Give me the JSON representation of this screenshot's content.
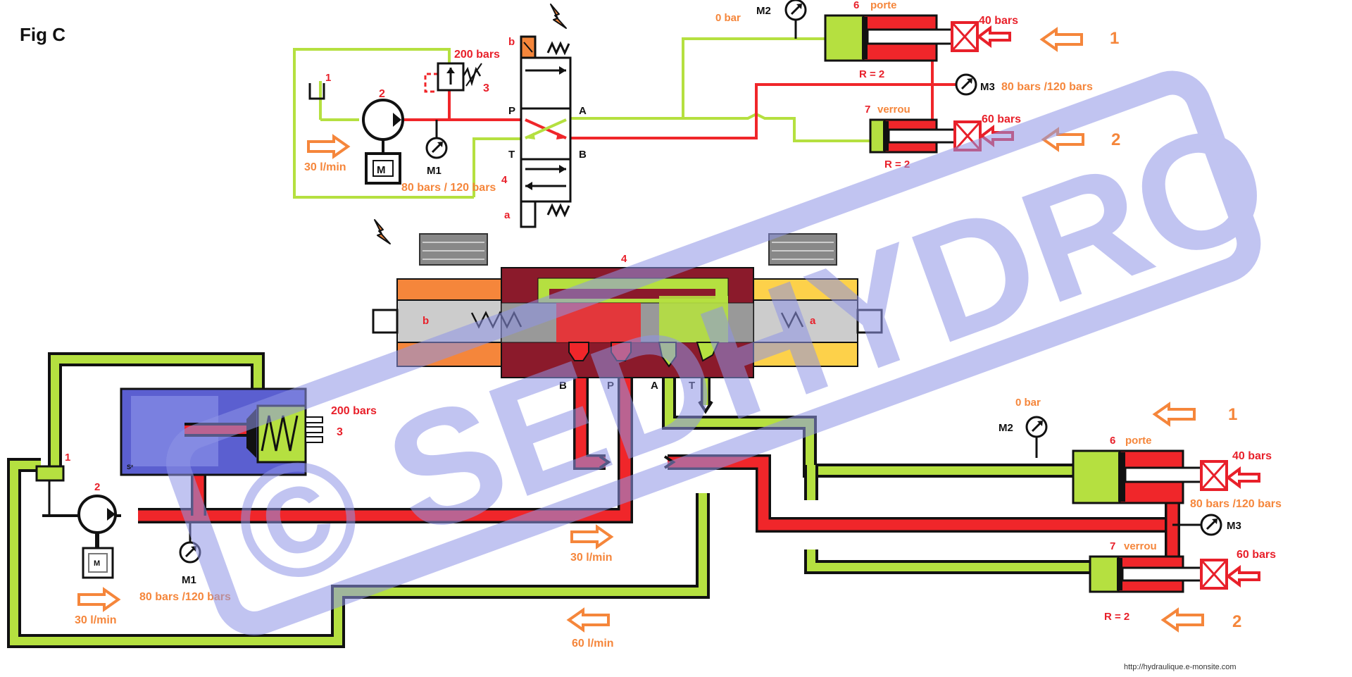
{
  "title": "Fig C",
  "watermark": "© SEDHYDRO",
  "footer_url": "http://hydraulique.e-monsite.com",
  "colors": {
    "pressure_line": "#f0262a",
    "return_line": "#b5e040",
    "dark_outline": "#111111",
    "label_red": "#e8202a",
    "label_orange": "#f5863b",
    "valve_dark_red": "#8b1a2b",
    "reservoir_blue": "#5b5fd0",
    "watermark_blue": "#8f95e6"
  },
  "icons": [
    "lightning-icon",
    "pump-icon",
    "motor-icon",
    "gauge-icon",
    "arrow-left-icon",
    "arrow-right-icon",
    "spring-icon",
    "solenoid-icon",
    "reservoir-icon",
    "cylinder-icon",
    "load-icon"
  ],
  "top_schematic": {
    "reservoir_num": "1",
    "pump_num": "2",
    "motor": "M",
    "flow": "30 l/min",
    "m1": "M1",
    "m1_value": "80 bars / 120 bars",
    "relief_pressure": "200 bars",
    "relief_num": "3",
    "valve_num": "4",
    "port_p": "P",
    "port_t": "T",
    "port_a": "A",
    "port_b": "B",
    "sol_b": "b",
    "sol_a": "a",
    "m2": "M2",
    "m2_value": "0 bar",
    "cyl6_num": "6",
    "cyl6_name": "porte",
    "load1": "40 bars",
    "ratio1": "R = 2",
    "m3": "M3",
    "m3_value": "80 bars /120 bars",
    "cyl7_num": "7",
    "cyl7_name": "verrou",
    "load2": "60 bars",
    "ratio2": "R = 2",
    "force1_num": "1",
    "force2_num": "2"
  },
  "bottom_schematic": {
    "valve_num": "4",
    "sol_b": "b",
    "sol_a": "a",
    "port_b": "B",
    "port_p": "P",
    "port_a": "A",
    "port_t": "T",
    "relief_pressure": "200 bars",
    "relief_num": "3",
    "reservoir_num": "1",
    "pump_num": "2",
    "motor": "M",
    "m1": "M1",
    "m1_value": "80 bars /120 bars",
    "flow_pump": "30 l/min",
    "flow_mid": "30 l/min",
    "flow_return": "60 l/min",
    "m2": "M2",
    "m2_value": "0 bar",
    "cyl6_num": "6",
    "cyl6_name": "porte",
    "load1": "40 bars",
    "m3": "M3",
    "m3_value": "80 bars /120 bars",
    "cyl7_num": "7",
    "cyl7_name": "verrou",
    "load2": "60 bars",
    "ratio": "R = 2",
    "force1_num": "1",
    "force2_num": "2",
    "small_mark": "S²"
  }
}
